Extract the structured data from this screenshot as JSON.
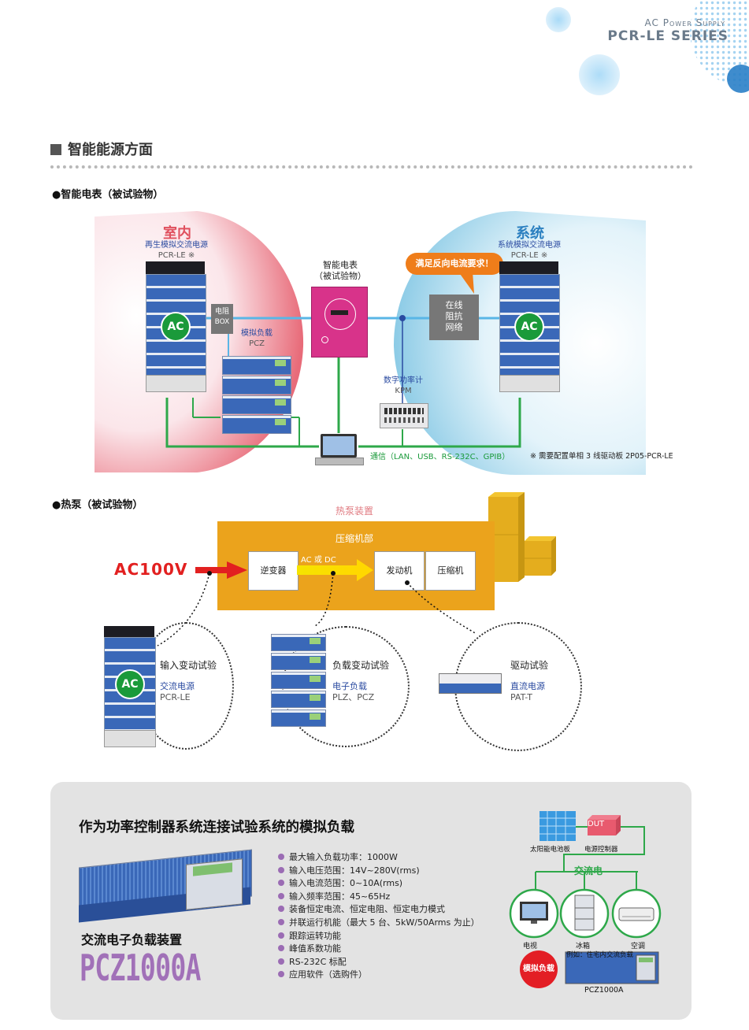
{
  "header": {
    "line1": "AC Power Supply",
    "line2": "PCR-LE SERIES"
  },
  "section": {
    "title": "智能能源方面"
  },
  "meter": {
    "title": "●智能电表（被试验物）",
    "left_title": "室内",
    "left_sub1": "再生模拟交流电源",
    "left_sub2": "PCR-LE ※",
    "right_title": "系统",
    "right_sub1": "系统模拟交流电源",
    "right_sub2": "PCR-LE ※",
    "ac": "AC",
    "res_box1": "电阻",
    "res_box2": "BOX",
    "load_label1": "模拟负载",
    "load_label2": "PCZ",
    "meter_label1": "智能电表",
    "meter_label2": "（被试验物）",
    "callout": "满足反向电流要求！",
    "imp1": "在线",
    "imp2": "阻抗",
    "imp3": "网络",
    "kpm1": "数字功率计",
    "kpm2": "KPM",
    "comm": "通信（LAN、USB、RS-232C、GPIB）",
    "note": "※ 需要配置单相 3 线驱动板 2P05-PCR-LE"
  },
  "heatpump": {
    "title": "●热泵（被试验物）",
    "device": "热泵装置",
    "compressor_unit": "压缩机部",
    "ac_input": "AC100V",
    "inverter": "逆变器",
    "acdc": "AC 或 DC",
    "motor": "发动机",
    "compressor": "压缩机",
    "t1_title": "输入变动试验",
    "t1_sub1": "交流电源",
    "t1_sub2": "PCR-LE",
    "t2_title": "负载变动试验",
    "t2_sub1": "电子负载",
    "t2_sub2": "PLZ、PCZ",
    "t3_title": "驱动试验",
    "t3_sub1": "直流电源",
    "t3_sub2": "PAT-T",
    "ac": "AC"
  },
  "panel": {
    "title": "作为功率控制器系统连接试验系统的模拟负载",
    "product_sub": "交流电子负载装置",
    "product_name": "PCZ1000A",
    "bullets": [
      "最大输入负载功率：1000W",
      "输入电压范围：14V~280V(rms)",
      "输入电流范围：0~10A(rms)",
      "输入频率范围：45~65Hz",
      "装备恒定电流、恒定电阻、恒定电力模式",
      "并联运行机能（最大 5 台、5kW/50Arms 为止）",
      "跟踪运转功能",
      "峰值系数功能",
      "RS-232C 标配",
      "应用软件（选购件）"
    ],
    "dut": "DUT",
    "solar": "太阳能电池板",
    "pcs": "电源控制器",
    "ac_power": "交流电",
    "tv": "电视",
    "fridge": "冰箱",
    "aircon": "空调",
    "sim_load": "模拟负载",
    "example": "例如：住宅内交流负载",
    "pcz_label": "PCZ1000A"
  }
}
